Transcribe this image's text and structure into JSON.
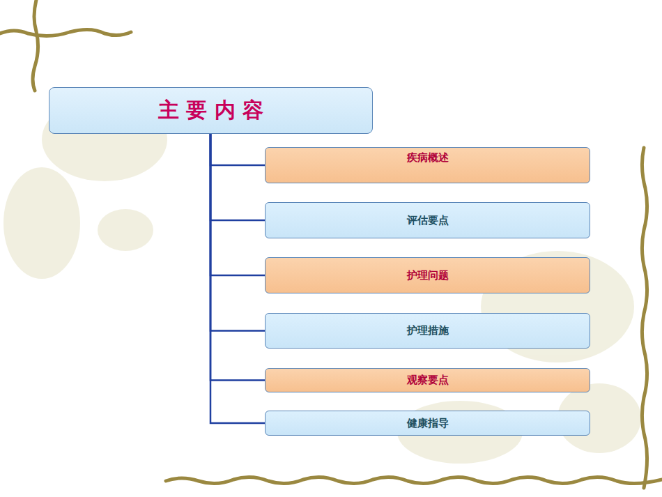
{
  "diagram": {
    "nodes": [
      {
        "text": [
          "主 要 内 容"
        ]
      },
      {
        "text": [
          "疾病概述"
        ]
      },
      {
        "text": [
          "评估要点"
        ]
      },
      {
        "text": [
          "护理问题"
        ]
      },
      {
        "text": [
          "护理措施"
        ]
      },
      {
        "text": [
          "观察要点"
        ]
      },
      {
        "text": [
          "健康指导"
        ]
      }
    ],
    "edges": [
      {
        "from": 0,
        "to": 1,
        "arrow": "none"
      },
      {
        "from": 0,
        "to": 2,
        "arrow": "none"
      },
      {
        "from": 0,
        "to": 3,
        "arrow": "none"
      },
      {
        "from": 0,
        "to": 4,
        "arrow": "none"
      },
      {
        "from": 0,
        "to": 5,
        "arrow": "none"
      },
      {
        "from": 0,
        "to": 6,
        "arrow": "none"
      }
    ]
  }
}
